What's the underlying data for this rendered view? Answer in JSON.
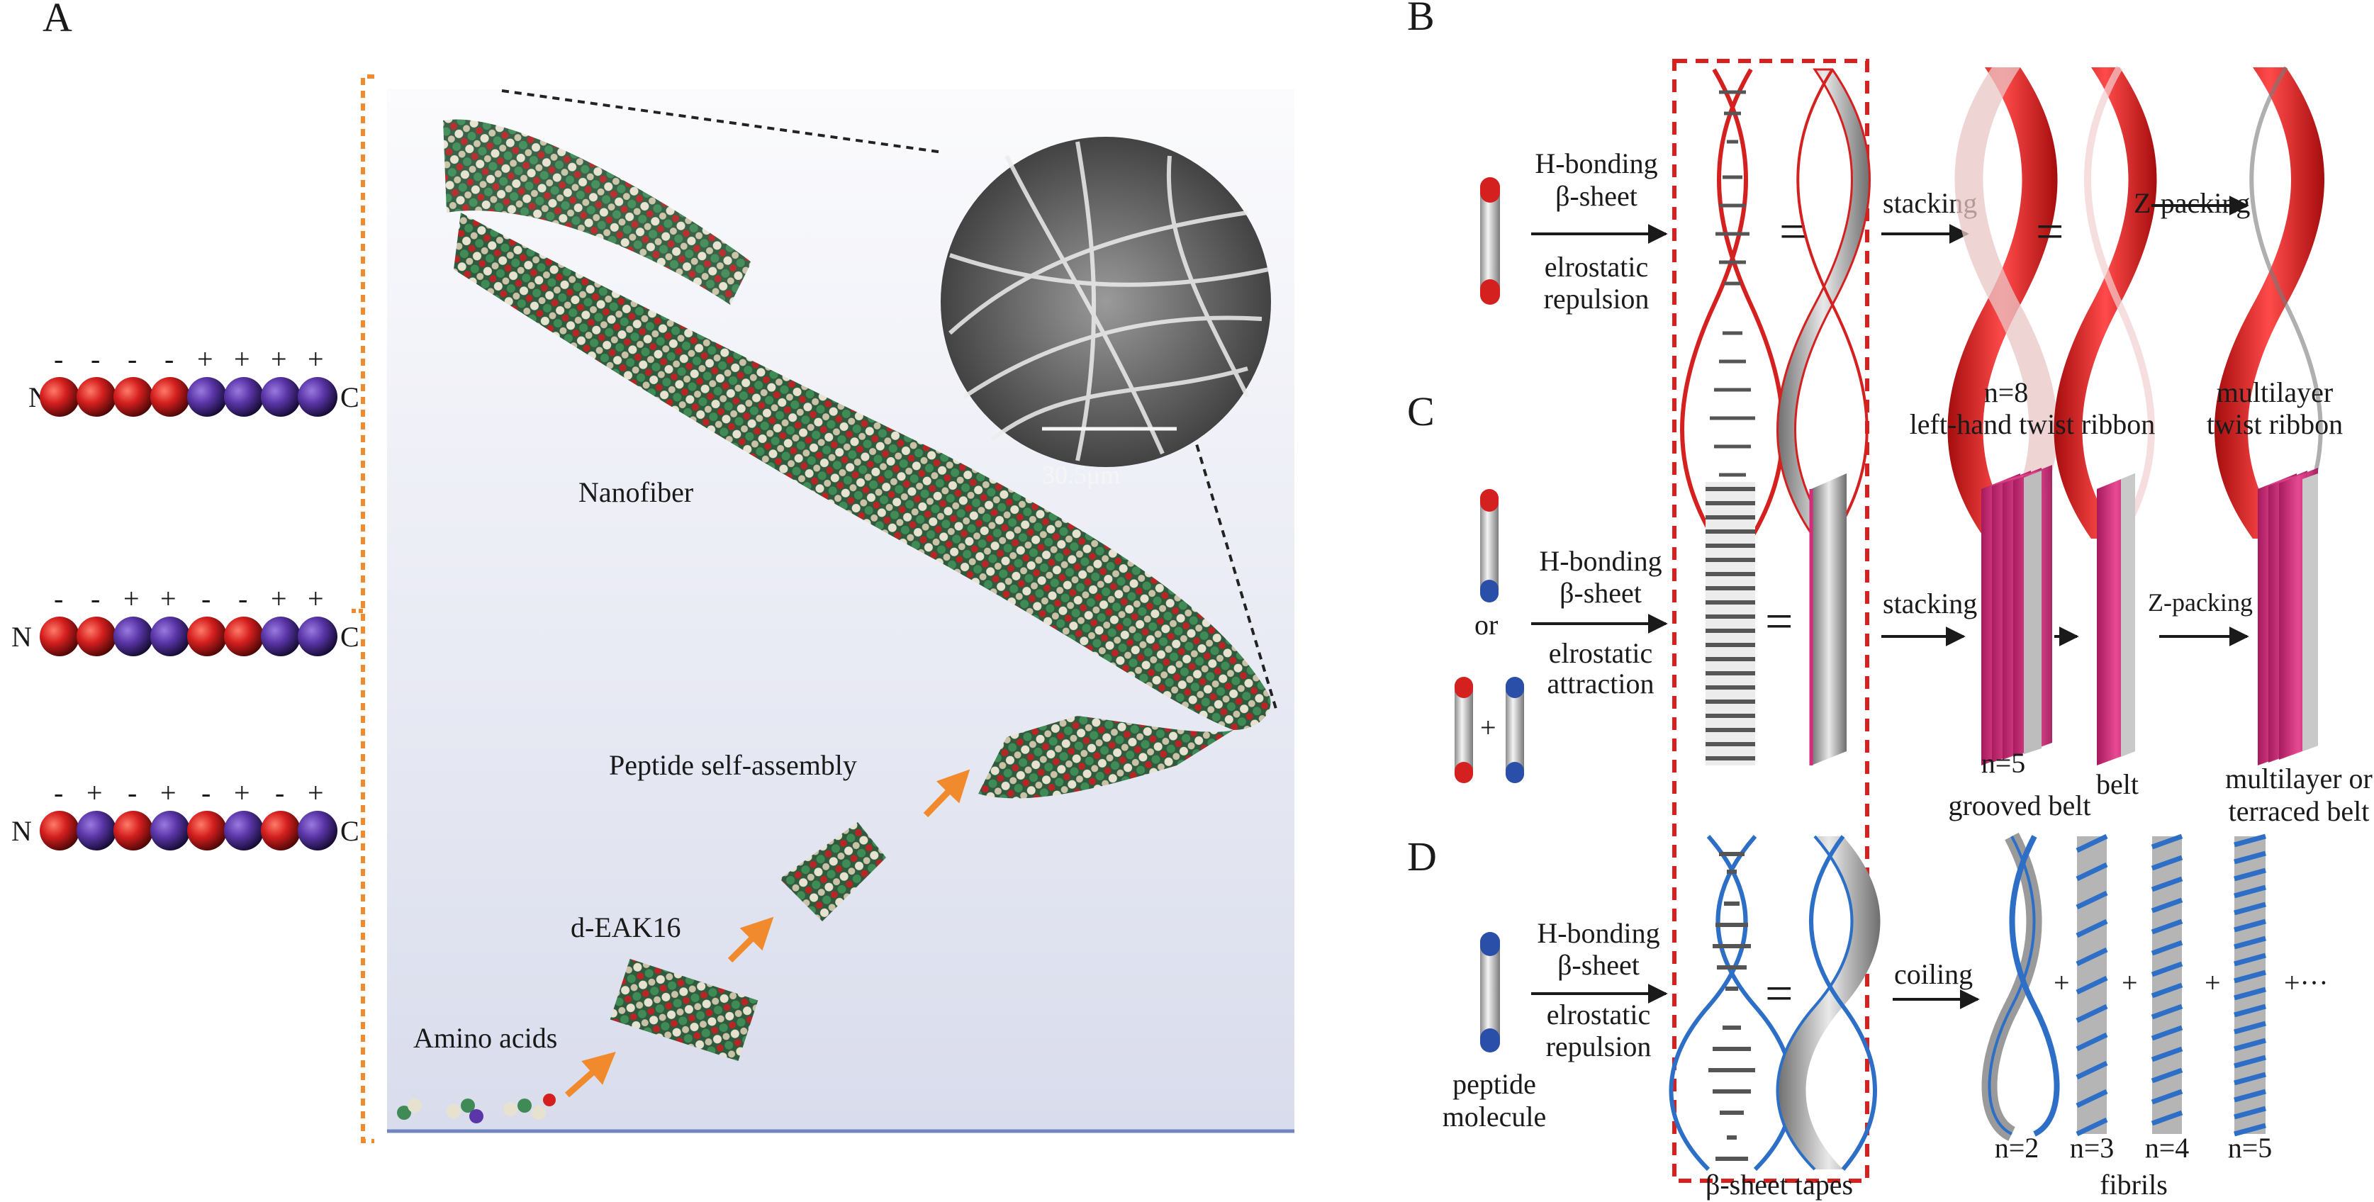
{
  "colors": {
    "acid": "#d51f1f",
    "base": "#5a36a8",
    "ribbon_red": "#e02020",
    "belt_pink": "#d62a7a",
    "helix_blue": "#2d6fc6",
    "bracket": "#f08a2c",
    "dashbox": "#d92020",
    "panel_bg_top": "#fbfbfd",
    "panel_bg_bottom": "#d9dcec"
  },
  "panel_a": {
    "letter": "A",
    "sequences": [
      {
        "signs": [
          "-",
          "-",
          "-",
          "-",
          "+",
          "+",
          "+",
          "+"
        ],
        "n_label": "N",
        "c_label": "C",
        "beads": [
          "acid",
          "acid",
          "acid",
          "acid",
          "base",
          "base",
          "base",
          "base"
        ]
      },
      {
        "signs": [
          "-",
          "-",
          "+",
          "+",
          "-",
          "-",
          "+",
          "+"
        ],
        "n_label": "N",
        "c_label": "C",
        "beads": [
          "acid",
          "acid",
          "base",
          "base",
          "acid",
          "acid",
          "base",
          "base"
        ]
      },
      {
        "signs": [
          "-",
          "+",
          "-",
          "+",
          "-",
          "+",
          "-",
          "+"
        ],
        "n_label": "N",
        "c_label": "C",
        "beads": [
          "acid",
          "base",
          "acid",
          "base",
          "acid",
          "base",
          "acid",
          "base"
        ]
      }
    ],
    "labels": {
      "nanofiber": "Nanofiber",
      "self_assembly": "Peptide self-assembly",
      "deak": "d-EAK16",
      "amino": "Amino acids",
      "scale": "30.5μm"
    }
  },
  "panel_b": {
    "letter": "B",
    "arrow1_top": [
      "H-bonding",
      "β-sheet"
    ],
    "arrow1_bottom": [
      "elrostatic",
      "repulsion"
    ],
    "equals": "=",
    "stacking": "stacking",
    "z_packing": "Z-packing",
    "n_label": "n=8",
    "caption1": "left-hand twist ribbon",
    "caption2": [
      "multilayer",
      "twist ribbon"
    ]
  },
  "panel_c": {
    "letter": "C",
    "or": "or",
    "plus": "+",
    "arrow1_top": [
      "H-bonding",
      "β-sheet"
    ],
    "arrow1_bottom": [
      "elrostatic",
      "attraction"
    ],
    "equals": "=",
    "stacking": "stacking",
    "z_packing": "Z-packing",
    "n_label": "n=5",
    "caption1": "grooved belt",
    "caption_belt": "belt",
    "caption3": [
      "multilayer or",
      "terraced belt"
    ]
  },
  "panel_d": {
    "letter": "D",
    "arrow1_top": [
      "H-bonding",
      "β-sheet"
    ],
    "arrow1_bottom": [
      "elrostatic",
      "repulsion"
    ],
    "molecule": [
      "peptide",
      "molecule"
    ],
    "equals": "=",
    "coiling": "coiling",
    "n_labels": [
      "n=2",
      "n=3",
      "n=4",
      "n=5"
    ],
    "plus": "+",
    "plus_more": "+···",
    "tapes_caption": "β-sheet tapes",
    "fibrils_caption": "fibrils"
  }
}
